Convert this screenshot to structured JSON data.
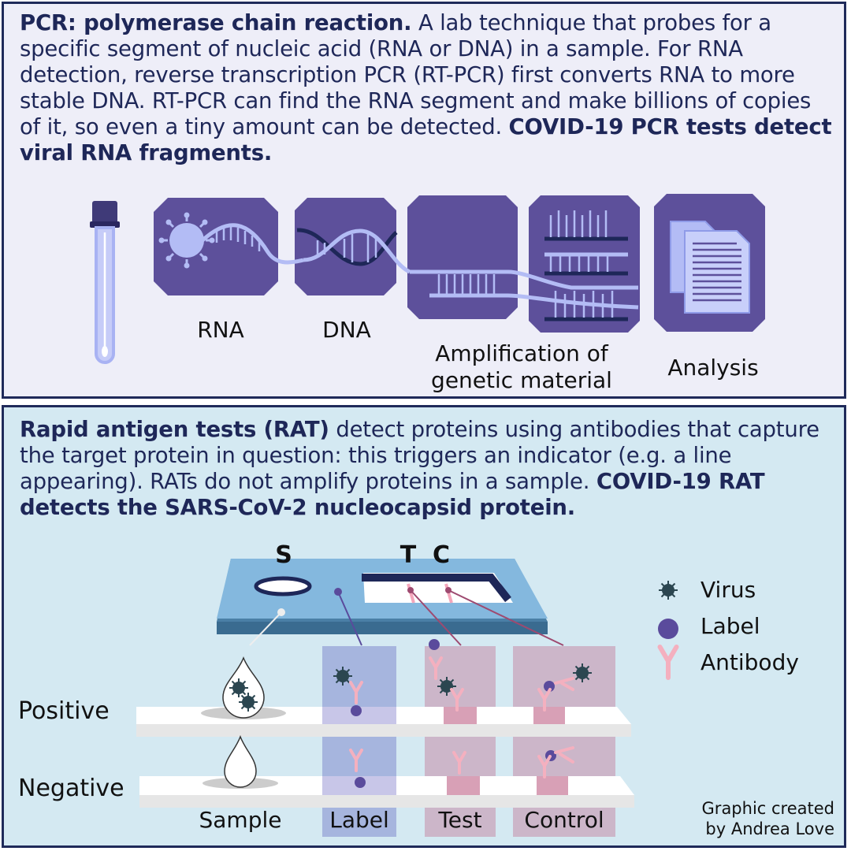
{
  "pcr": {
    "heading": "PCR: polymerase chain reaction.",
    "body": " A lab technique that probes for a specific segment of nucleic acid (RNA or DNA) in a sample. For RNA detection, reverse transcription PCR (RT-PCR) first converts RNA to more stable DNA. RT-PCR can find the RNA segment and make billions of copies of it, so even a tiny amount can be detected. ",
    "conclusion": "COVID-19 PCR tests detect viral RNA fragments.",
    "steps": {
      "rna": "RNA",
      "dna": "DNA",
      "amplification_line1": "Amplification of",
      "amplification_line2": "genetic material",
      "analysis": "Analysis"
    }
  },
  "rat": {
    "heading": "Rapid antigen tests (RAT)",
    "body": " detect proteins using antibodies that capture the target protein in question: this triggers an indicator (e.g. a line appearing). RATs do not amplify proteins in a sample. ",
    "conclusion": "COVID-19 RAT detects the SARS-CoV-2 nucleocapsid protein.",
    "cassette": {
      "sample_letter": "S",
      "test_letter": "T",
      "control_letter": "C"
    },
    "legend": {
      "virus": "Virus",
      "label": "Label",
      "antibody": "Antibody"
    },
    "rows": {
      "positive": "Positive",
      "negative": "Negative"
    },
    "columns": {
      "sample": "Sample",
      "label": "Label",
      "test": "Test",
      "control": "Control"
    },
    "credit_line1": "Graphic created",
    "credit_line2": "by Andrea Love"
  },
  "colors": {
    "navy": "#1e2758",
    "tile_purple": "#5d509b",
    "tile_light": "#b3bcf5",
    "pcr_background": "#eeeef8",
    "rat_background": "#d4e9f2",
    "cassette_blue": "#84b8de",
    "antibody_pink": "#f4b0bf",
    "label_dot": "#5a4b9c",
    "virus_teal": "#2b4650"
  }
}
